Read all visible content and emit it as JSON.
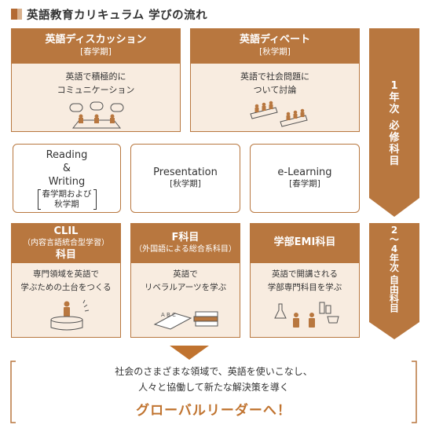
{
  "header": {
    "title": "英語教育カリキュラム 学びの流れ"
  },
  "row1": [
    {
      "name": "英語ディスカッション",
      "term": "[春学期]",
      "desc1": "英語で積極的に",
      "desc2": "コミュニケーション"
    },
    {
      "name": "英語ディベート",
      "term": "[秋学期]",
      "desc1": "英語で社会問題に",
      "desc2": "ついて討論"
    }
  ],
  "row2": {
    "reading": {
      "line1": "Reading",
      "line2": "&",
      "line3": "Writing",
      "term1": "春学期および",
      "term2": "秋学期"
    },
    "presentation": {
      "name": "Presentation",
      "term": "[秋学期]"
    },
    "elearning": {
      "name": "e-Learning",
      "term": "[春学期]"
    }
  },
  "row3": [
    {
      "name1": "CLIL",
      "name2": "（内容言語統合型学習）",
      "name3": "科目",
      "desc1": "専門領域を英語で",
      "desc2": "学ぶための土台をつくる"
    },
    {
      "name1": "F科目",
      "name2": "（外国語による総合系科目）",
      "desc1": "英語で",
      "desc2": "リベラルアーツを学ぶ",
      "book_letters": "A B C"
    },
    {
      "name1": "学部EMI科目",
      "desc1": "英語で開講される",
      "desc2": "学部専門科目を学ぶ"
    }
  ],
  "side": {
    "first_year": [
      "1",
      "年",
      "次",
      " ",
      "必",
      "修",
      "科",
      "目"
    ],
    "later_years": [
      "2",
      "〜",
      "4",
      "年",
      "次",
      " ",
      "自",
      "由",
      "科",
      "目"
    ]
  },
  "goal": {
    "line1": "社会のさまざまな領域で、英語を使いこなし、",
    "line2": "人々と協働して新たな解決策を導く",
    "headline": "グローバルリーダーへ！"
  },
  "colors": {
    "accent": "#b8773f",
    "card_bg": "#f8ece0",
    "goal_text": "#c0732f"
  }
}
